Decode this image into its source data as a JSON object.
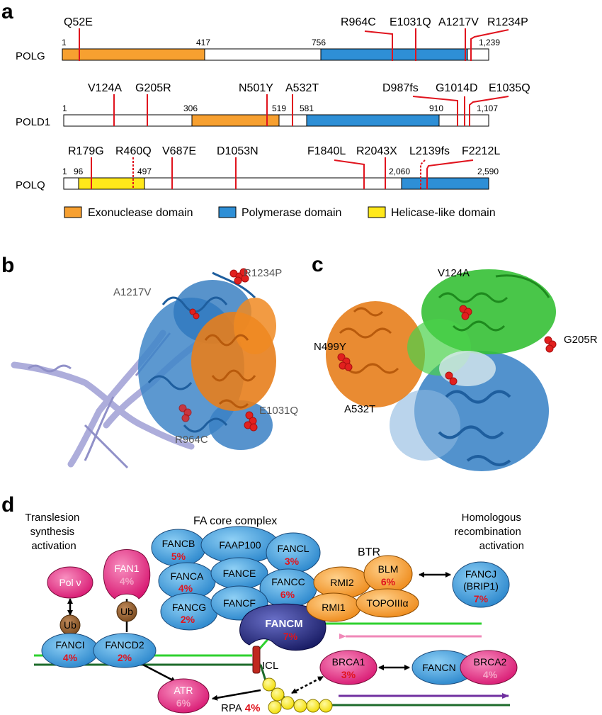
{
  "panels": {
    "a": "a",
    "b": "b",
    "c": "c",
    "d": "d"
  },
  "colors": {
    "exonuclease": "#F7A030",
    "polymerase": "#2E8FD6",
    "helicase": "#FFE81A",
    "mutation": "#E0141E",
    "percent": "#E0141E",
    "fanc_blue": "#3A9BDC",
    "btr_orange": "#F39C2A",
    "pink": "#E0217A",
    "ub_brown": "#8B5A2B",
    "fancm_navy": "#1E2170",
    "dna_green": "#2FD12F",
    "dna_dark": "#1D6B2B",
    "rpa_yellow": "#FFEE00",
    "purple_arrow": "#7030A0",
    "pink_arrow": "#F088B8"
  },
  "proteins": [
    {
      "name": "POLG",
      "positions": [
        "1",
        "417",
        "756",
        "1,239"
      ],
      "mutations": [
        "Q52E",
        "R964C",
        "E1031Q",
        "A1217V",
        "R1234P"
      ]
    },
    {
      "name": "POLD1",
      "positions": [
        "1",
        "306",
        "519",
        "581",
        "910",
        "1,107"
      ],
      "mutations": [
        "V124A",
        "G205R",
        "N501Y",
        "A532T",
        "D987fs",
        "G1014D",
        "E1035Q"
      ]
    },
    {
      "name": "POLQ",
      "positions": [
        "1",
        "96",
        "497",
        "2,060",
        "2,590"
      ],
      "mutations": [
        "R179G",
        "R460Q",
        "V687E",
        "D1053N",
        "F1840L",
        "R2043X",
        "L2139fs",
        "F2212L"
      ]
    }
  ],
  "legend": [
    "Exonuclease domain",
    "Polymerase domain",
    "Helicase-like domain"
  ],
  "structure_b_labels": [
    "R1234P",
    "A1217V",
    "E1031Q",
    "R964C"
  ],
  "structure_c_labels": [
    "V124A",
    "N499Y",
    "G205R",
    "A532T"
  ],
  "pathway": {
    "tls_heading": [
      "Translesion",
      "synthesis",
      "activation"
    ],
    "fa_heading": "FA core complex",
    "hr_heading": [
      "Homologous",
      "recombination",
      "activation"
    ],
    "btr_heading": "BTR",
    "icl": "ICL",
    "rpa": "RPA",
    "rpa_pct": "4%",
    "nodes": [
      {
        "name": "FANCB",
        "pct": "5%"
      },
      {
        "name": "FAAP100",
        "pct": ""
      },
      {
        "name": "FANCL",
        "pct": "3%"
      },
      {
        "name": "FANCA",
        "pct": "4%"
      },
      {
        "name": "FANCE",
        "pct": ""
      },
      {
        "name": "FANCC",
        "pct": "6%"
      },
      {
        "name": "FANCG",
        "pct": "2%"
      },
      {
        "name": "FANCF",
        "pct": ""
      },
      {
        "name": "FANCM",
        "pct": "7%"
      },
      {
        "name": "RMI2",
        "pct": ""
      },
      {
        "name": "BLM",
        "pct": "6%"
      },
      {
        "name": "RMI1",
        "pct": ""
      },
      {
        "name": "TOPOIIIα",
        "pct": ""
      },
      {
        "name": "FANCJ",
        "sub": "(BRIP1)",
        "pct": "7%"
      },
      {
        "name": "Pol ν",
        "pct": ""
      },
      {
        "name": "FAN1",
        "pct": "4%"
      },
      {
        "name": "Ub",
        "pct": ""
      },
      {
        "name": "Ub",
        "pct": ""
      },
      {
        "name": "FANCI",
        "pct": "4%"
      },
      {
        "name": "FANCD2",
        "pct": "2%"
      },
      {
        "name": "ATR",
        "pct": "6%"
      },
      {
        "name": "BRCA1",
        "pct": "3%"
      },
      {
        "name": "FANCN",
        "pct": ""
      },
      {
        "name": "BRCA2",
        "pct": "4%"
      }
    ]
  }
}
